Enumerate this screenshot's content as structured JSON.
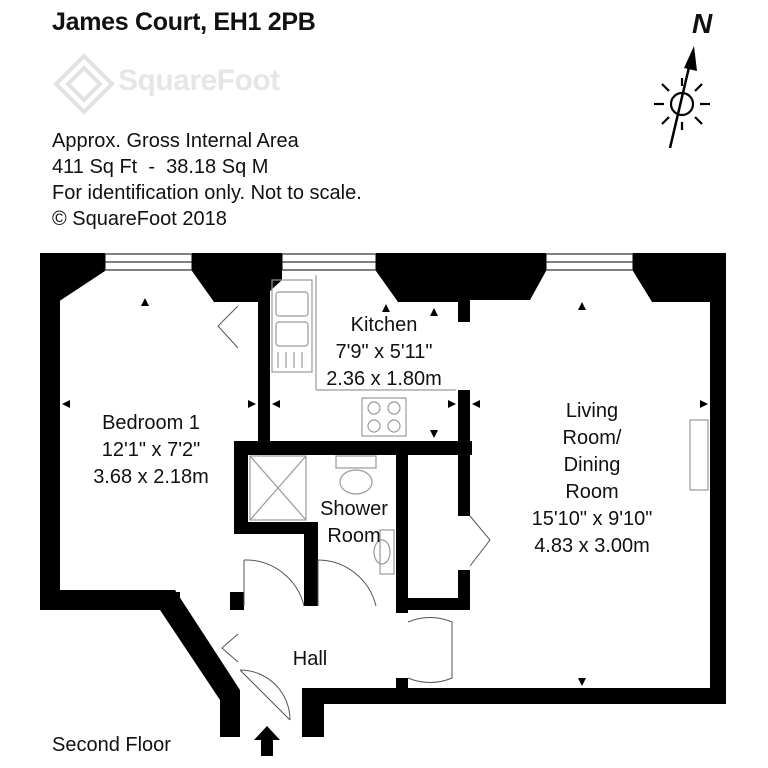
{
  "header": {
    "title": "James Court, EH1 2PB"
  },
  "brand": {
    "watermark": "SquareFoot"
  },
  "info": {
    "line1": "Approx. Gross Internal Area",
    "line2": "411 Sq Ft  -  38.18 Sq M",
    "line3": "For identification only. Not to scale.",
    "line4": "© SquareFoot 2018"
  },
  "compass": {
    "north_label": "N"
  },
  "rooms": {
    "kitchen": {
      "name": "Kitchen",
      "imperial": "7'9\" x 5'11\"",
      "metric": "2.36 x 1.80m"
    },
    "bedroom": {
      "name": "Bedroom 1",
      "imperial": "12'1\" x 7'2\"",
      "metric": "3.68 x 2.18m"
    },
    "shower": {
      "name_line1": "Shower",
      "name_line2": "Room"
    },
    "living": {
      "name_line1": "Living",
      "name_line2": "Room/",
      "name_line3": "Dining",
      "name_line4": "Room",
      "imperial": "15'10\" x 9'10\"",
      "metric": "4.83 x 3.00m"
    },
    "hall": {
      "name": "Hall"
    }
  },
  "floor": {
    "label": "Second Floor"
  },
  "colors": {
    "wall": "#000000",
    "fixture": "#999999",
    "watermark": "#e6e6e6"
  }
}
